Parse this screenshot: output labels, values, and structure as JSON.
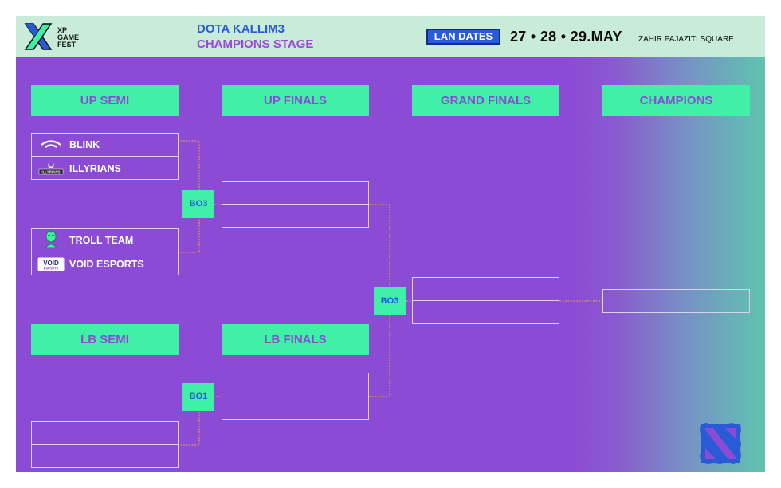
{
  "header": {
    "logo_text_1": "XP",
    "logo_text_2": "GAME",
    "logo_text_3": "FEST",
    "event_title": "DOTA KALLIM3",
    "event_stage": "CHAMPIONS STAGE",
    "lan_label": "LAN DATES",
    "dates": "27 • 28 • 29.MAY",
    "venue": "ZAHIR PAJAZITI SQUARE"
  },
  "columns": {
    "up_semi": "UP SEMI",
    "up_finals": "UP FINALS",
    "grand_finals": "GRAND FINALS",
    "champions": "CHAMPIONS",
    "lb_semi": "LB SEMI",
    "lb_finals": "LB FINALS"
  },
  "matches": {
    "up_semi": {
      "team_a": "BLINK",
      "team_b": "ILLYRIANS",
      "team_c": "TROLL TEAM",
      "team_d": "VOID ESPORTS",
      "format": "BO3"
    },
    "grand_finals_format": "BO3",
    "lb_format": "BO1"
  },
  "team_logo_text": {
    "illyrians": "ILLYRIANS",
    "void": "VOID",
    "void_sub": "ESPORTS"
  },
  "colors": {
    "board": "#8c4bd4",
    "header": "#c9ecd9",
    "accent_green": "#3ff0a6",
    "accent_blue": "#2a5bd7",
    "connector": "#f0a24a"
  }
}
